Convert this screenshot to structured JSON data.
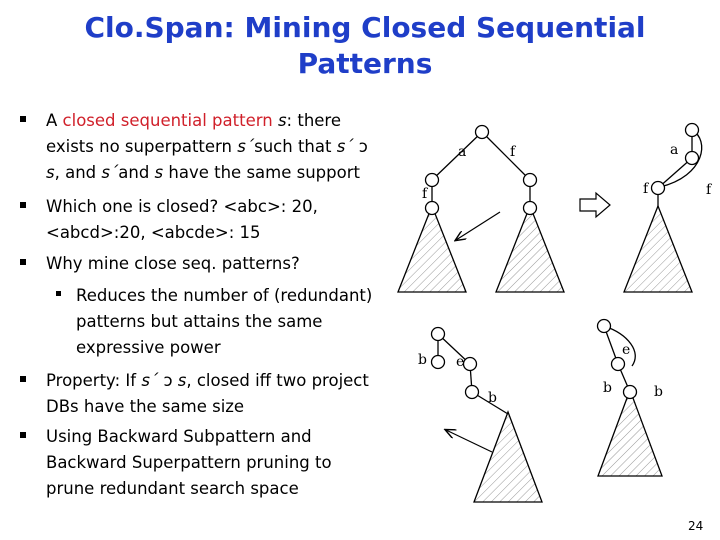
{
  "slide": {
    "title_line1": "Clo.Span: Mining Closed Sequential",
    "title_line2": "Patterns",
    "page_number": "24"
  },
  "bullets": {
    "b1": {
      "pre": "A ",
      "highlight": "closed sequential pattern",
      "mid": " ",
      "var_s": "s",
      "post": ": there",
      "line2_pre": "exists no superpattern ",
      "line2_s1": "s´",
      "line2_mid": "such that ",
      "line2_s2": "s´",
      "line2_sym": " ↄ",
      "line3_s": "s",
      "line3_mid": ", and ",
      "line3_s2": "s´",
      "line3_mid2": "and ",
      "line3_s3": "s",
      "line3_post": " have the same support"
    },
    "b2_line1": "Which one is closed?  <abc>: 20,",
    "b2_line2": "<abcd>:20, <abcde>: 15",
    "b3": "Why mine close seq. patterns?",
    "b3_sub_line1": "Reduces the number of (redundant)",
    "b3_sub_line2": "patterns but attains the same",
    "b3_sub_line3": "expressive power",
    "b4_pre": "Property: If ",
    "b4_s1": "s´",
    "b4_sym": " ↄ ",
    "b4_s2": "s",
    "b4_post": ", closed iff two project",
    "b4_line2": "DBs have the same size",
    "b5_line1": "Using Backward Subpattern and",
    "b5_line2": "Backward Superpattern pruning to",
    "b5_line3": "prune redundant search space"
  },
  "diagram_labels": {
    "top_left_a": "a",
    "top_left_f_right": "f",
    "top_left_f_left": "f",
    "top_right_a": "a",
    "top_right_f_left": "f",
    "top_right_f_far": "f",
    "bottom_left_b_top": "b",
    "bottom_left_e": "e",
    "bottom_left_b_low": "b",
    "bottom_right_e": "e",
    "bottom_right_b_left": "b",
    "bottom_right_b_right": "b"
  }
}
